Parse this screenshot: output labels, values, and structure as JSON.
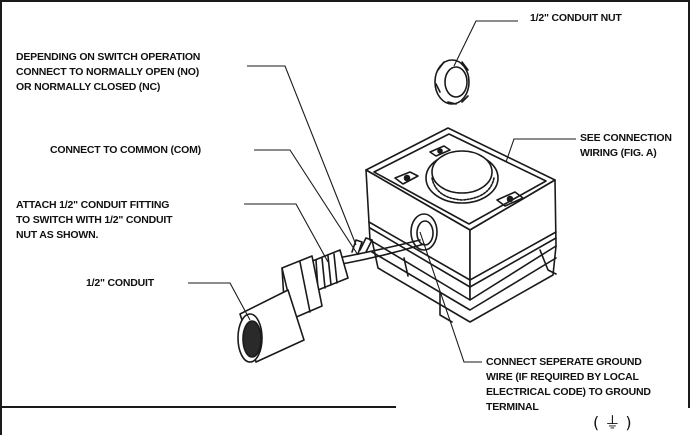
{
  "labels": {
    "conduit_nut": "1/2\" CONDUIT NUT",
    "switch_operation": "DEPENDING ON SWITCH OPERATION\nCONNECT TO NORMALLY OPEN (NO)\nOR NORMALLY CLOSED (NC)",
    "see_connection": "SEE CONNECTION\nWIRING (FIG. A)",
    "common": "CONNECT TO COMMON (COM)",
    "conduit_fitting": "ATTACH 1/2\" CONDUIT FITTING\nTO SWITCH WITH 1/2\" CONDUIT\nNUT AS SHOWN.",
    "conduit": "1/2\" CONDUIT",
    "ground": "CONNECT SEPERATE GROUND\nWIRE (IF REQUIRED BY LOCAL\nELECTRICAL CODE) TO GROUND\nTERMINAL"
  },
  "ground_symbol": "( ⏚ )"
}
